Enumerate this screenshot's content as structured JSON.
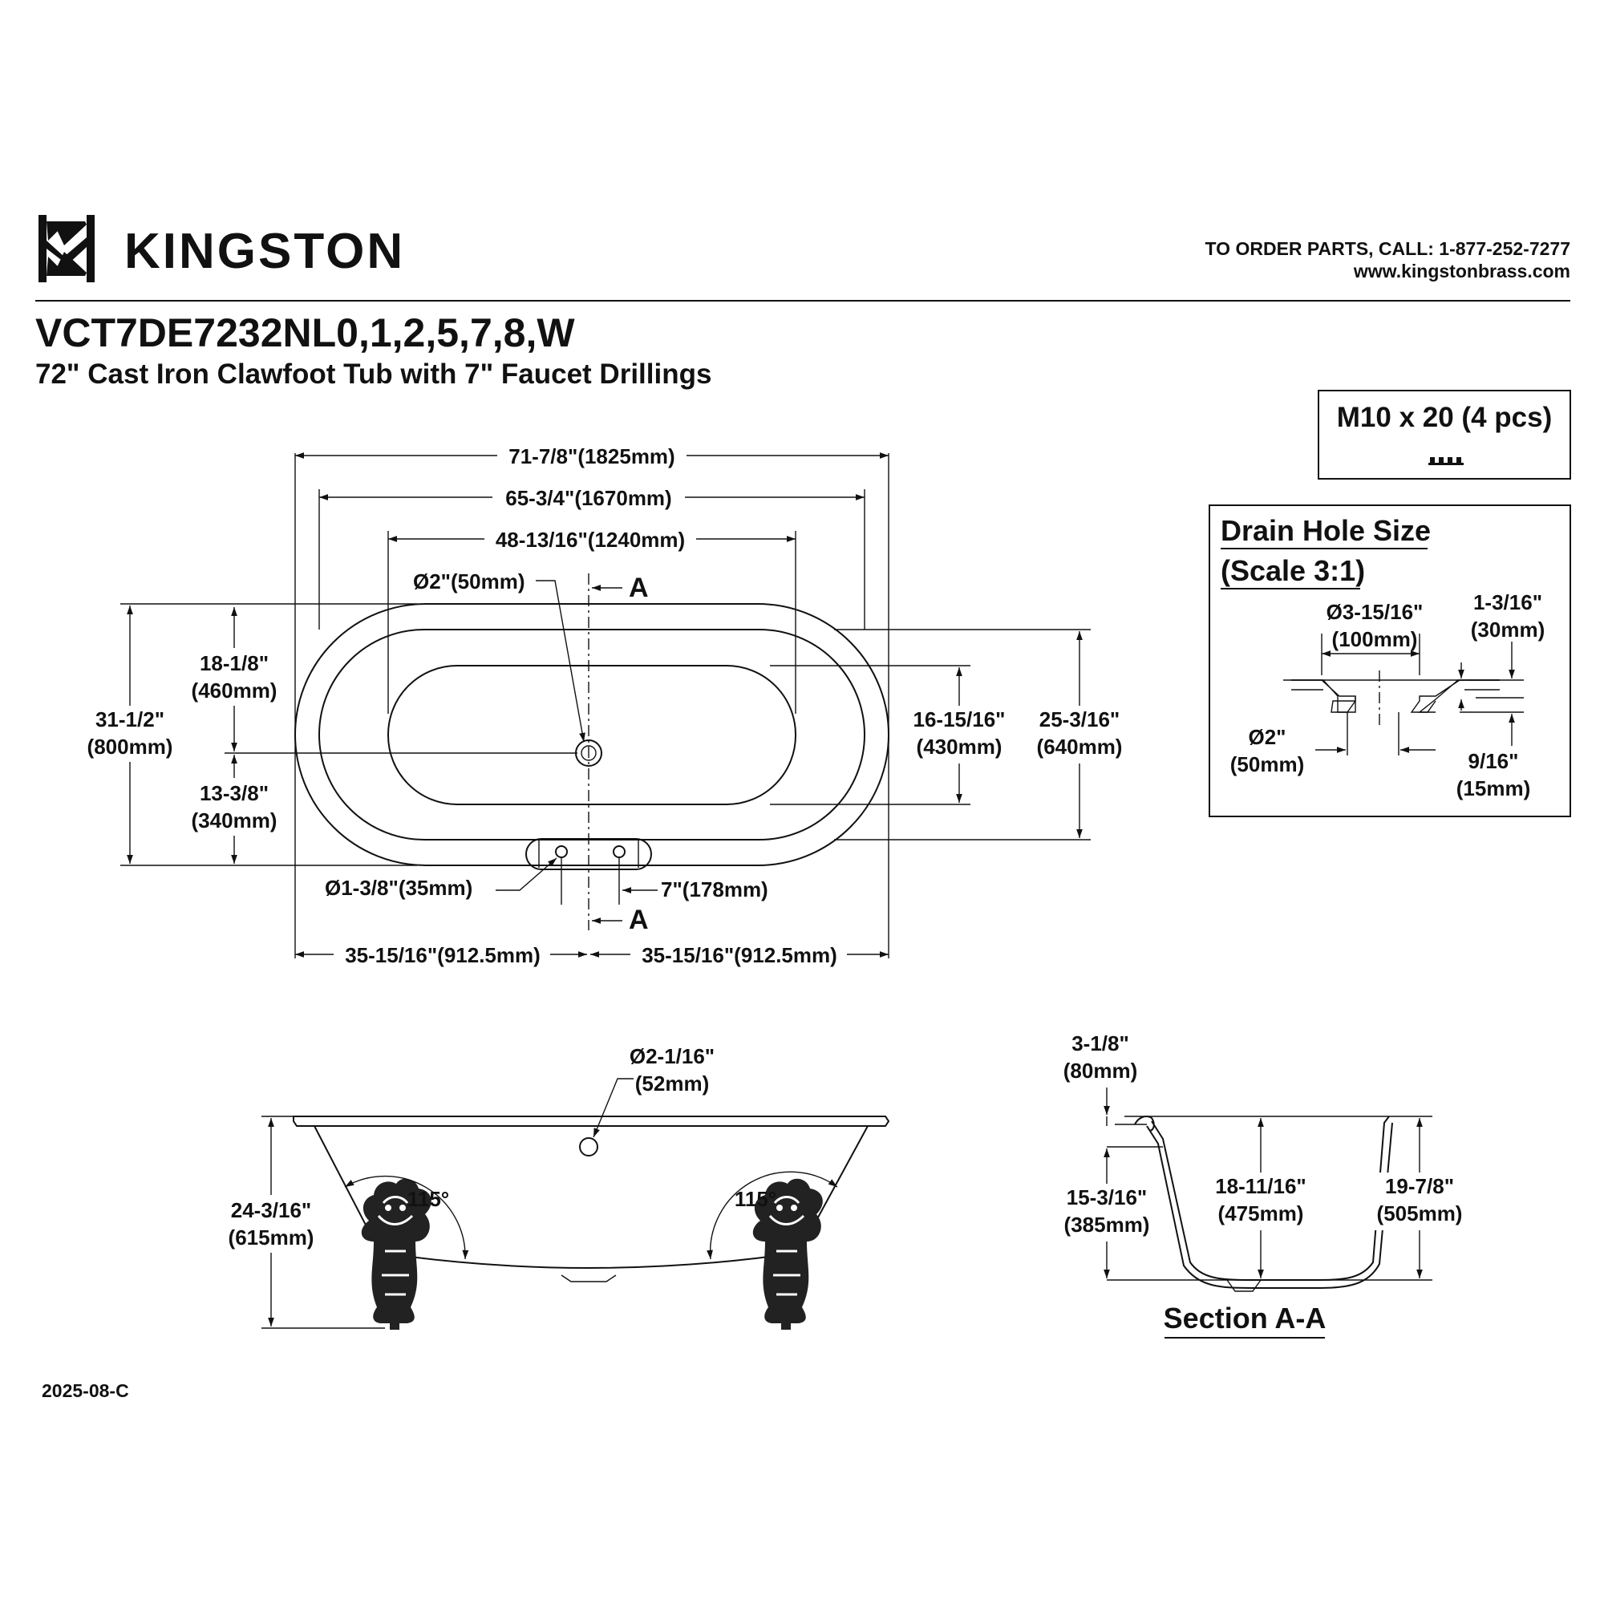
{
  "header": {
    "brand": "KINGSTON",
    "order_parts": "TO ORDER PARTS, CALL: 1-877-252-7277",
    "website": "www.kingstonbrass.com",
    "model": "VCT7DE7232NL0,1,2,5,7,8,W",
    "subtitle": "72\" Cast Iron Clawfoot Tub with 7\" Faucet Drillings"
  },
  "hardware_box": {
    "label": "M10 x 20 (4 pcs)"
  },
  "drain_box": {
    "title": "Drain Hole Size",
    "scale": "(Scale 3:1)",
    "dims": {
      "outer_dia": "Ø3-15/16\"",
      "outer_dia_mm": "(100mm)",
      "height": "1-3/16\"",
      "height_mm": "(30mm)",
      "inner_dia": "Ø2\"",
      "inner_dia_mm": "(50mm)",
      "lip": "9/16\"",
      "lip_mm": "(15mm)"
    }
  },
  "top_view": {
    "overall_length": "71-7/8\"(1825mm)",
    "rim_inner_length": "65-3/4\"(1670mm)",
    "bottom_length": "48-13/16\"(1240mm)",
    "drain_dia": "Ø2\"(50mm)",
    "section_mark": "A",
    "left_upper": "18-1/8\"",
    "left_upper_mm": "(460mm)",
    "overall_width": "31-1/2\"",
    "overall_width_mm": "(800mm)",
    "left_lower": "13-3/8\"",
    "left_lower_mm": "(340mm)",
    "bottom_width": "16-15/16\"",
    "bottom_width_mm": "(430mm)",
    "inner_width": "25-3/16\"",
    "inner_width_mm": "(640mm)",
    "faucet_hole_dia": "Ø1-3/8\"(35mm)",
    "faucet_spacing": "7\"(178mm)",
    "half_left": "35-15/16\"(912.5mm)",
    "half_right": "35-15/16\"(912.5mm)"
  },
  "side_view": {
    "overflow_dia": "Ø2-1/16\"",
    "overflow_dia_mm": "(52mm)",
    "height": "24-3/16\"",
    "height_mm": "(615mm)",
    "angle_left": "115°",
    "angle_right": "115°"
  },
  "section_view": {
    "title": "Section A-A",
    "rim_drop": "3-1/8\"",
    "rim_drop_mm": "(80mm)",
    "overflow_height": "15-3/16\"",
    "overflow_height_mm": "(385mm)",
    "water_depth": "18-11/16\"",
    "water_depth_mm": "(475mm)",
    "inside_depth": "19-7/8\"",
    "inside_depth_mm": "(505mm)"
  },
  "footer": {
    "revision": "2025-08-C"
  }
}
